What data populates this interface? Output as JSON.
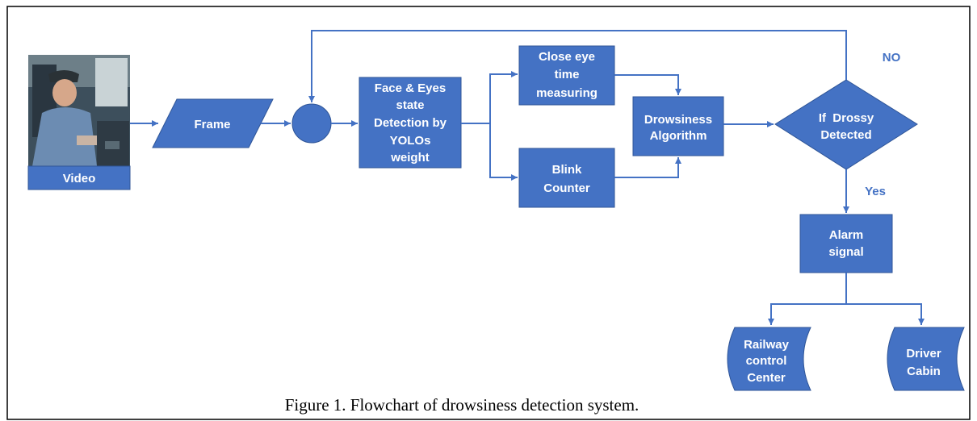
{
  "diagram": {
    "video_label": "Video",
    "frame_label": "Frame",
    "detection_lines": [
      "Face & Eyes",
      "state",
      "Detection by",
      "YOLOs",
      "weight"
    ],
    "close_eye_lines": [
      "Close eye",
      "time",
      "measuring"
    ],
    "blink_lines": [
      "Blink",
      "Counter"
    ],
    "algorithm_lines": [
      "Drowsiness",
      "Algorithm"
    ],
    "decision_lines": [
      "If  Drossy",
      "Detected"
    ],
    "no_label": "NO",
    "yes_label": "Yes",
    "alarm_lines": [
      "Alarm",
      "signal"
    ],
    "railway_lines": [
      "Railway",
      "control",
      "Center"
    ],
    "cabin_lines": [
      "Driver",
      "Cabin"
    ],
    "caption": "Figure 1. Flowchart of drowsiness detection system."
  },
  "colors": {
    "node_fill": "#4472c4",
    "node_stroke": "#2f5597",
    "edge": "#4472c4",
    "node_text": "#ffffff",
    "border": "#000000"
  }
}
